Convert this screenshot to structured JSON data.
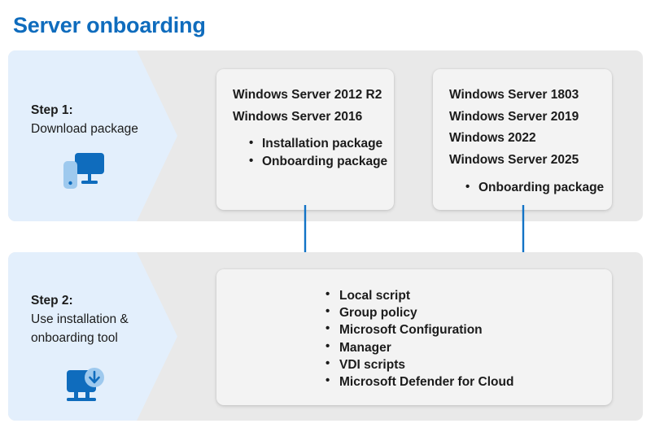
{
  "page": {
    "title": "Server onboarding",
    "title_color": "#0f6cbd",
    "band_color": "#e9e9e9",
    "chevron_color": "#e3effc",
    "card_color": "#f3f3f3",
    "arrow_color": "#1273c6"
  },
  "steps": [
    {
      "label": "Step 1:",
      "description": "Download package",
      "icon": "monitor-device-icon"
    },
    {
      "label": "Step 2:",
      "description": "Use installation &\nonboarding tool",
      "description_line1": "Use installation &",
      "description_line2": "onboarding tool",
      "icon": "monitor-download-icon"
    }
  ],
  "cards": {
    "card1": {
      "os_versions": [
        "Windows Server 2012 R2",
        "Windows Server 2016"
      ],
      "packages": [
        "Installation package",
        "Onboarding package"
      ]
    },
    "card2": {
      "os_versions": [
        "Windows Server 1803",
        "Windows Server 2019",
        "Windows 2022",
        "Windows Server 2025"
      ],
      "packages": [
        "Onboarding package"
      ]
    },
    "card3": {
      "tools": [
        "Local script",
        "Group policy",
        "Microsoft Configuration",
        "Manager",
        "VDI scripts",
        "Microsoft Defender for Cloud"
      ]
    }
  },
  "connectors": [
    {
      "name": "arrow-card1-to-card3"
    },
    {
      "name": "arrow-card2-to-card3"
    }
  ]
}
